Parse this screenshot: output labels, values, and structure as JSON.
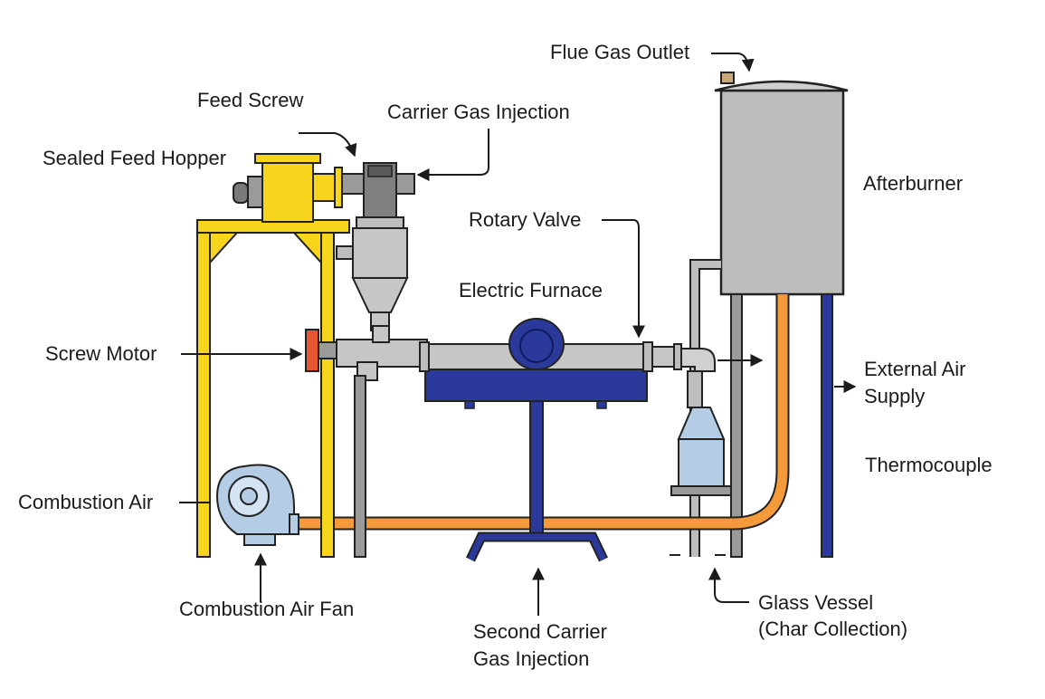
{
  "labels": {
    "flue_gas_outlet": "Flue Gas Outlet",
    "feed_screw": "Feed Screw",
    "carrier_gas_injection": "Carrier Gas Injection",
    "sealed_feed_hopper": "Sealed Feed Hopper",
    "afterburner": "Afterburner",
    "rotary_valve": "Rotary Valve",
    "electric_furnace": "Electric Furnace",
    "screw_motor": "Screw Motor",
    "external_air_supply_line1": "External Air",
    "external_air_supply_line2": "Supply",
    "thermocouple": "Thermocouple",
    "combustion_air": "Combustion Air",
    "combustion_air_fan": "Combustion Air Fan",
    "second_carrier_line1": "Second Carrier",
    "second_carrier_line2": "Gas Injection",
    "glass_vessel_line1": "Glass Vessel",
    "glass_vessel_line2": "(Char Collection)"
  },
  "colors": {
    "frame_yellow": "#f7d51d",
    "gray_metal": "#bdbdbd",
    "dark_gray": "#7a7a7a",
    "furnace_blue": "#2b3a9a",
    "combustion_orange": "#f59a3a",
    "vessel_light_blue": "#b5cde4",
    "motor_red": "#e4572e",
    "outline": "#222222"
  }
}
